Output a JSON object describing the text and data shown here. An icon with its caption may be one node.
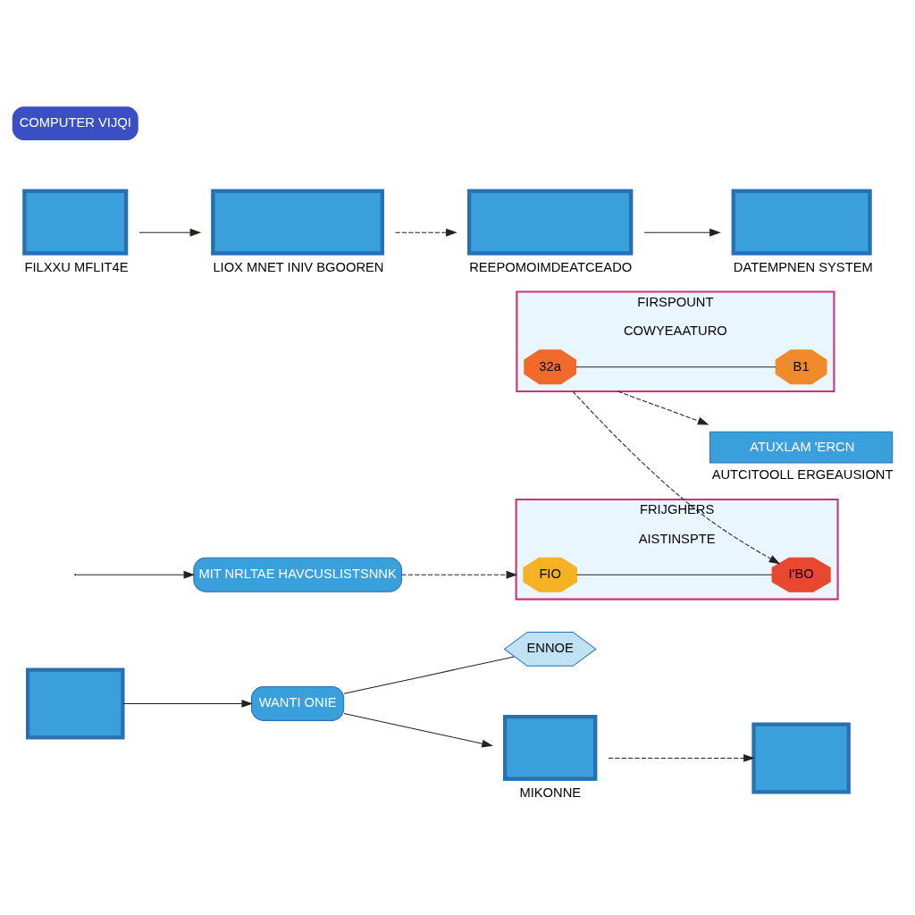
{
  "diagram": {
    "nodes": [
      {
        "text": [],
        "shape": "box"
      },
      {
        "text": [
          "WANTI ONIE"
        ]
      },
      {
        "text": [
          "ENNOE"
        ]
      },
      {
        "text": [],
        "shape": "box",
        "beside": [
          "MIKONNE"
        ]
      },
      {
        "text": [],
        "shape": "box"
      },
      {
        "text": [
          "MIT NRLTAE HAVCUSLISTSNNK"
        ]
      },
      {
        "text": [
          "FRIJGHERS"
        ],
        "beside": [
          "AISTINSPTE"
        ]
      },
      {
        "text": [
          "FIO"
        ],
        "in": 6
      },
      {
        "text": [
          "I'BO"
        ],
        "in": 6
      },
      {
        "text": [
          "FIRSPOUNT"
        ],
        "beside": [
          "COWYEAATURO"
        ]
      },
      {
        "text": [
          "32a"
        ],
        "in": 9
      },
      {
        "text": [
          "B1"
        ],
        "in": 9
      },
      {
        "text": [
          "ATUXLAM 'ERCN"
        ],
        "beside": [
          "AUTCITOOLL ERGEAUSIONT"
        ]
      },
      {
        "text": [],
        "shape": "box",
        "beside": [
          "FILXXU MFLIT4E"
        ]
      },
      {
        "text": [],
        "shape": "box",
        "beside": [
          "LIOX MNET INIV BGOOREN"
        ]
      },
      {
        "text": [],
        "shape": "box",
        "beside": [
          "REEPOMOIMDEATCEADO"
        ]
      },
      {
        "text": [],
        "shape": "box",
        "beside": [
          "DATEMPNEN SYSTEM"
        ]
      }
    ],
    "edges": [
      {
        "from": 0,
        "to": 1,
        "arrow": "to"
      },
      {
        "from": 1,
        "to": 2,
        "arrow": "none"
      },
      {
        "from": 1,
        "to": 3,
        "arrow": "to"
      },
      {
        "from": 3,
        "to": 4,
        "arrow": "to",
        "style": "dashed"
      },
      {
        "from": null,
        "to": 5,
        "arrow": "to"
      },
      {
        "from": 5,
        "to": 6,
        "arrow": "to",
        "style": "dashed"
      },
      {
        "from": 7,
        "to": 8,
        "arrow": "none"
      },
      {
        "from": 9,
        "to": 8,
        "arrow": "to",
        "style": "dashed"
      },
      {
        "from": 10,
        "to": 11,
        "arrow": "none"
      },
      {
        "from": 9,
        "to": 12,
        "arrow": "to",
        "style": "dashed"
      },
      {
        "from": 13,
        "to": 14,
        "arrow": "to"
      },
      {
        "from": 14,
        "to": 15,
        "arrow": "to",
        "style": "dashed"
      },
      {
        "from": 15,
        "to": 16,
        "arrow": "to"
      }
    ],
    "labels": [
      "COMPUTER VIJQI"
    ]
  }
}
